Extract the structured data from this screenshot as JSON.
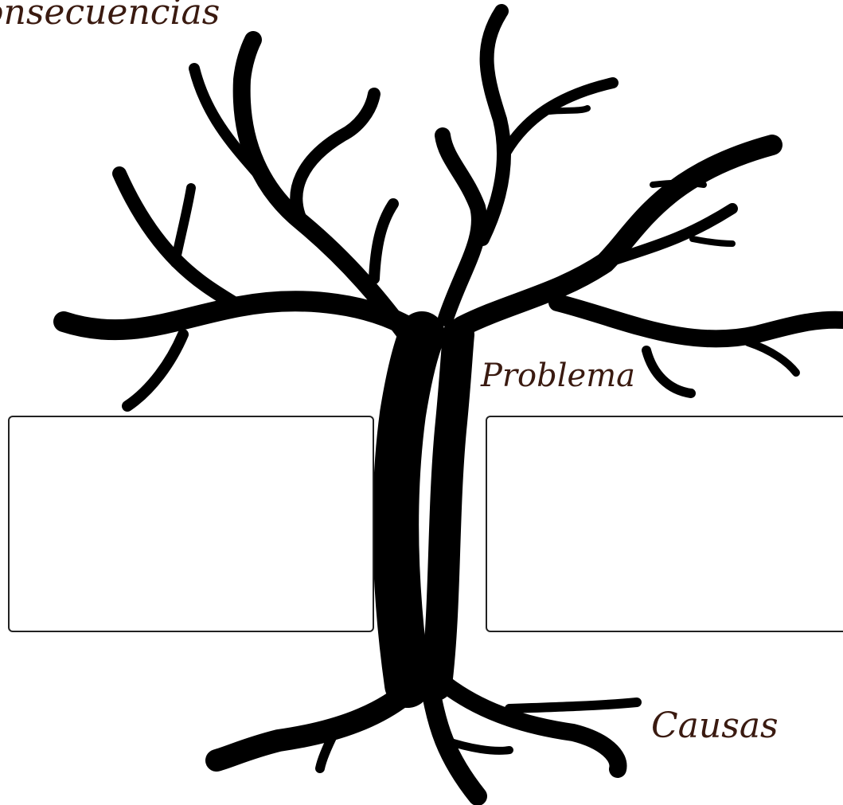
{
  "labels": {
    "consecuencias": "onsecuencias",
    "problema": "Problema",
    "causas": "Causas"
  },
  "colors": {
    "tree": "#000000",
    "label_text": "#3a1a10",
    "box_border": "#222222",
    "background": "#ffffff"
  },
  "icons": {
    "tree": "tree-icon"
  }
}
